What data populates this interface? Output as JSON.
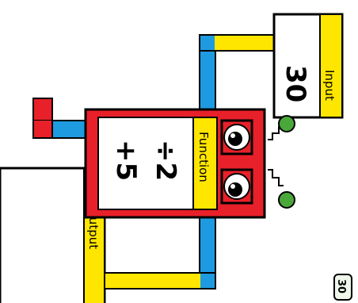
{
  "machine": {
    "input_label": "Input",
    "input_value": "30",
    "function_label": "Function",
    "operation_1": "÷2",
    "operation_2": "+5",
    "output_label": "Output",
    "output_value": ""
  },
  "page_number": "30",
  "colors": {
    "red": "#e8202a",
    "yellow": "#ffe600",
    "blue": "#1e9be0",
    "green": "#4aa83a",
    "outline": "#000000"
  }
}
